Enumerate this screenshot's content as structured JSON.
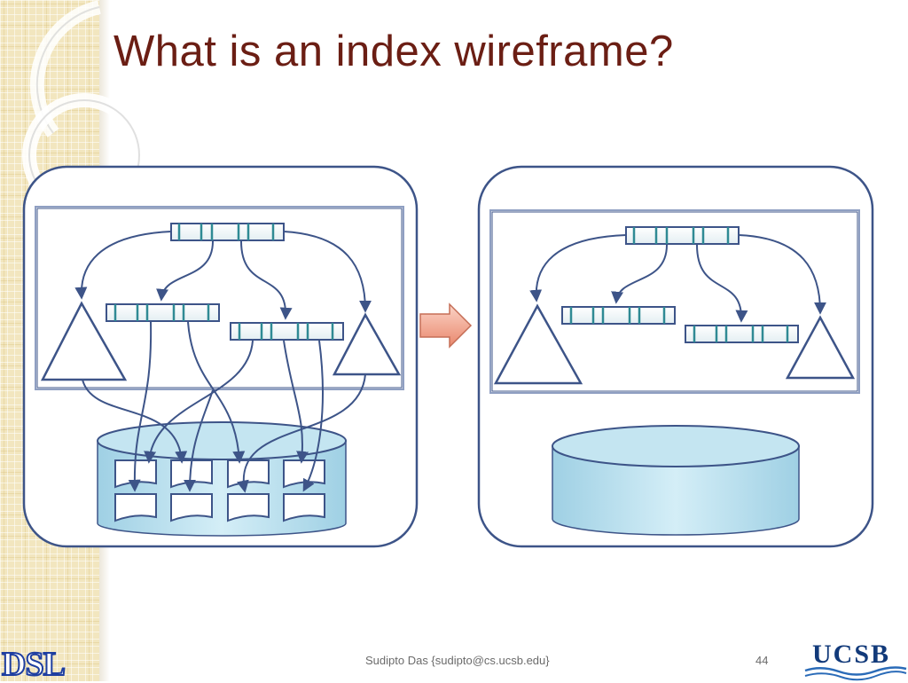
{
  "slide": {
    "title": "What is an index wireframe?",
    "footer": "Sudipto Das {sudipto@cs.ucsb.edu}",
    "page_number": "44",
    "logo_left": "DSL",
    "logo_right": "UCSB"
  },
  "colors": {
    "title": "#6b1e14",
    "outline": "#3d5488",
    "node_teal": "#2f8a94",
    "storage_fill": "#bfe1ee",
    "arrow_fill": "#f0a08c",
    "sidebar": "#f2e6bf"
  },
  "icons": [
    "page-icon",
    "database-cylinder-icon",
    "transition-arrow-icon",
    "subtree-triangle-icon"
  ]
}
